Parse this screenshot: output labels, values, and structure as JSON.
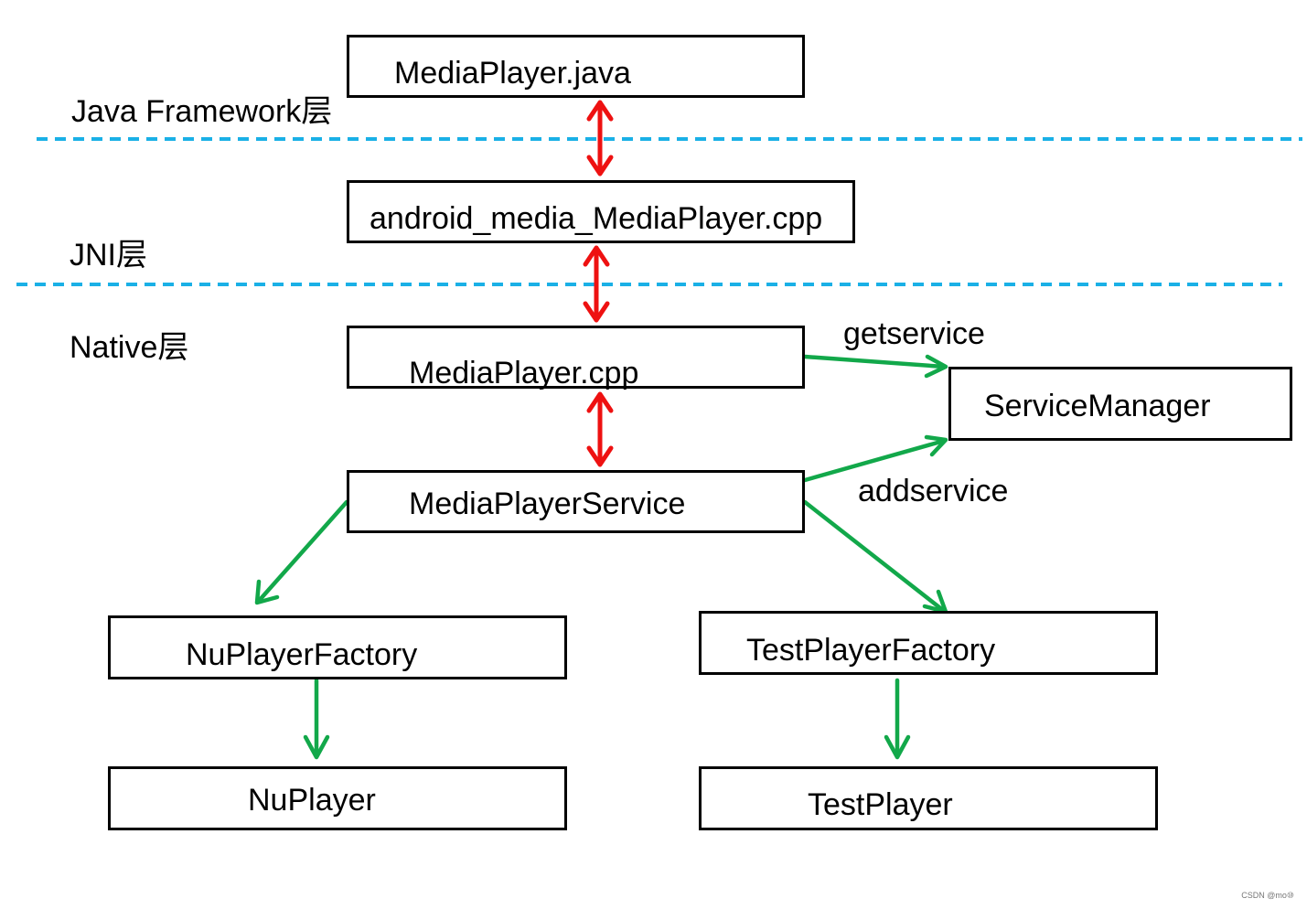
{
  "layers": {
    "java": "Java Framework层",
    "jni": "JNI层",
    "native": "Native层"
  },
  "nodes": {
    "mediaplayer_java": "MediaPlayer.java",
    "android_media_mediaplayer": "android_media_MediaPlayer.cpp",
    "mediaplayer_cpp": "MediaPlayer.cpp",
    "service_manager": "ServiceManager",
    "mediaplayer_service": "MediaPlayerService",
    "nuplayer_factory": "NuPlayerFactory",
    "testplayer_factory": "TestPlayerFactory",
    "nuplayer": "NuPlayer",
    "testplayer": "TestPlayer"
  },
  "edges": {
    "getservice": "getservice",
    "addservice": "addservice"
  },
  "colors": {
    "layer_divider": "#1ab0e6",
    "bidirectional_arrow": "#ee1111",
    "call_arrow": "#12a84a"
  },
  "watermark": "CSDN @mo⑩"
}
